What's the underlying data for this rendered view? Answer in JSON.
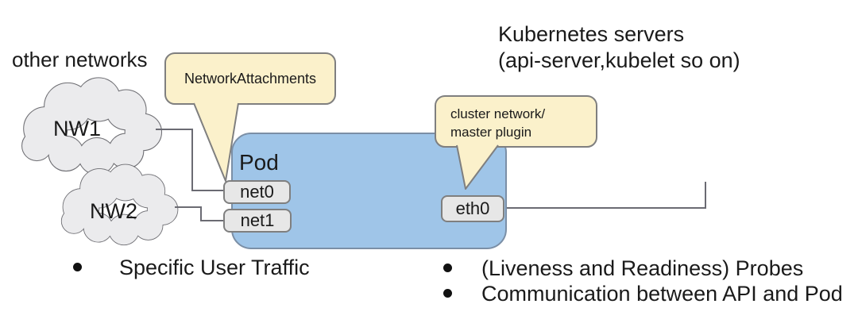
{
  "colors": {
    "pod-fill": "#9fc5e8",
    "pod-stroke": "#7b8fa6",
    "callout-fill": "#fbf1cb",
    "callout-stroke": "#7f7f7f",
    "iface-fill": "#e7e7e7",
    "iface-stroke": "#7f7f7f",
    "cloud-fill": "#ebebed",
    "cloud-stroke": "#6e6e73",
    "line": "#6b6b73",
    "text": "#1a1a1a"
  },
  "labels": {
    "other_networks": "other networks",
    "k8s_line1": "Kubernetes servers",
    "k8s_line2": "(api-server,kubelet so on)"
  },
  "clouds": [
    {
      "label": "NW1"
    },
    {
      "label": "NW2"
    }
  ],
  "pod": {
    "label": "Pod",
    "interfaces": [
      {
        "label": "net0"
      },
      {
        "label": "net1"
      },
      {
        "label": "eth0"
      }
    ]
  },
  "callouts": [
    {
      "label": "NetworkAttachments"
    },
    {
      "line1": "cluster network/",
      "line2": "master plugin"
    }
  ],
  "bullets_left": [
    {
      "label": "Specific User Traffic"
    }
  ],
  "bullets_right": [
    {
      "label": "(Liveness and Readiness) Probes"
    },
    {
      "label": "Communication between API and Pod"
    }
  ]
}
